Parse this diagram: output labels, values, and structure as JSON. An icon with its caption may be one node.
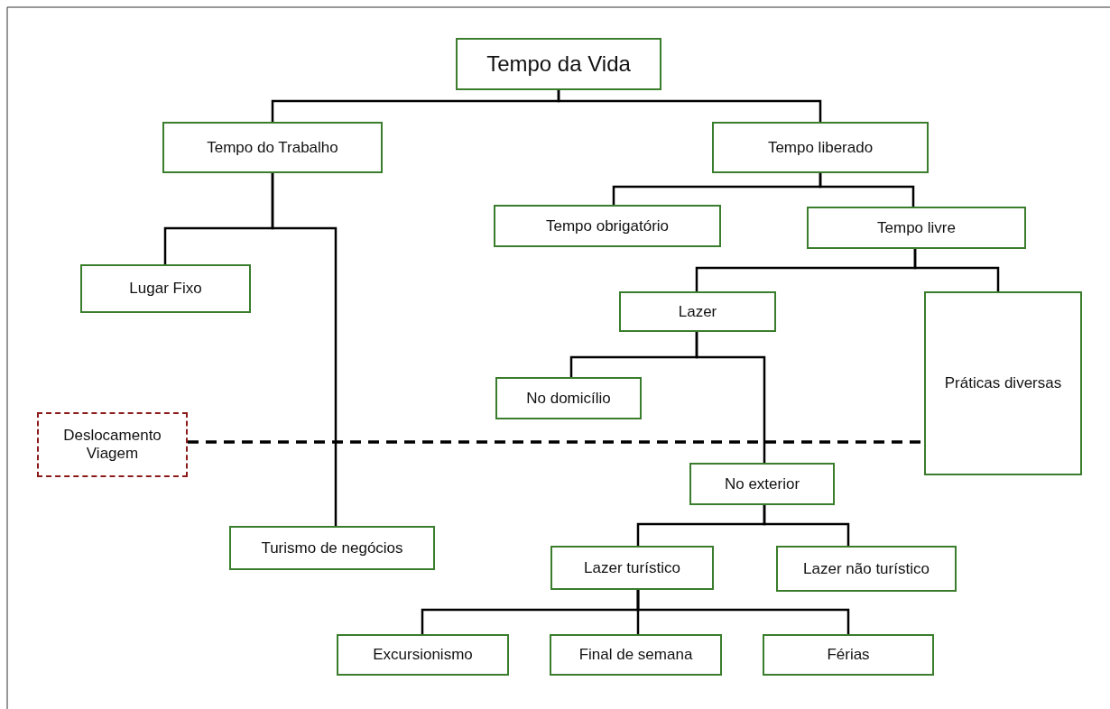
{
  "diagram": {
    "nodes": [
      {
        "text": [
          "Tempo da Vida"
        ]
      },
      {
        "text": [
          "Tempo do Trabalho"
        ]
      },
      {
        "text": [
          "Tempo liberado"
        ]
      },
      {
        "text": [
          "Tempo obrigatório"
        ]
      },
      {
        "text": [
          "Tempo livre"
        ]
      },
      {
        "text": [
          "Lugar Fixo"
        ]
      },
      {
        "text": [
          "Lazer"
        ]
      },
      {
        "text": [
          "Práticas diversas"
        ]
      },
      {
        "text": [
          "No domicílio"
        ]
      },
      {
        "text": [
          "Deslocamento Viagem"
        ]
      },
      {
        "text": [
          "No exterior"
        ]
      },
      {
        "text": [
          "Turismo de negócios"
        ]
      },
      {
        "text": [
          "Lazer turístico"
        ]
      },
      {
        "text": [
          "Lazer não turístico"
        ]
      },
      {
        "text": [
          "Excursionismo"
        ]
      },
      {
        "text": [
          "Final de semana"
        ]
      },
      {
        "text": [
          "Férias"
        ]
      }
    ],
    "edges": [
      {
        "from": 0,
        "to": 1,
        "arrow": "none"
      },
      {
        "from": 0,
        "to": 2,
        "arrow": "none"
      },
      {
        "from": 1,
        "to": 5,
        "arrow": "none"
      },
      {
        "from": 1,
        "to": 11,
        "arrow": "none"
      },
      {
        "from": 2,
        "to": 3,
        "arrow": "none"
      },
      {
        "from": 2,
        "to": 4,
        "arrow": "none"
      },
      {
        "from": 4,
        "to": 6,
        "arrow": "none"
      },
      {
        "from": 4,
        "to": 7,
        "arrow": "none"
      },
      {
        "from": 6,
        "to": 8,
        "arrow": "none"
      },
      {
        "from": 6,
        "to": 10,
        "arrow": "none"
      },
      {
        "from": 10,
        "to": 12,
        "arrow": "none"
      },
      {
        "from": 10,
        "to": 13,
        "arrow": "none"
      },
      {
        "from": 12,
        "to": 14,
        "arrow": "none"
      },
      {
        "from": 12,
        "to": 15,
        "arrow": "none"
      },
      {
        "from": 12,
        "to": 16,
        "arrow": "none"
      },
      {
        "from": 9,
        "to": 7,
        "arrow": "none",
        "style": "dashed"
      }
    ]
  }
}
